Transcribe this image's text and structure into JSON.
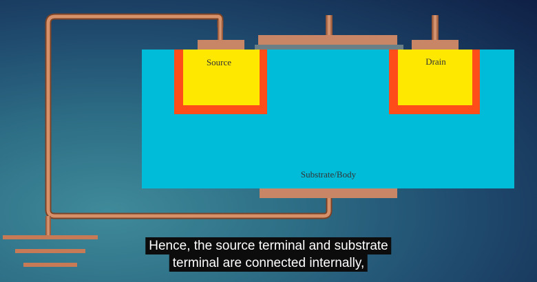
{
  "diagram": {
    "labels": {
      "source": "Source",
      "drain": "Drain",
      "substrate": "Substrate/Body"
    },
    "colors": {
      "substrate": "#00bcd9",
      "copper": "#c77a56",
      "contact": "#c98667",
      "doped_outer": "#ff4d1a",
      "doped_inner": "#ffe800",
      "oxide": "#6b7f86"
    }
  },
  "caption": {
    "line1": "Hence, the source terminal and substrate",
    "line2": "terminal are connected internally,"
  }
}
